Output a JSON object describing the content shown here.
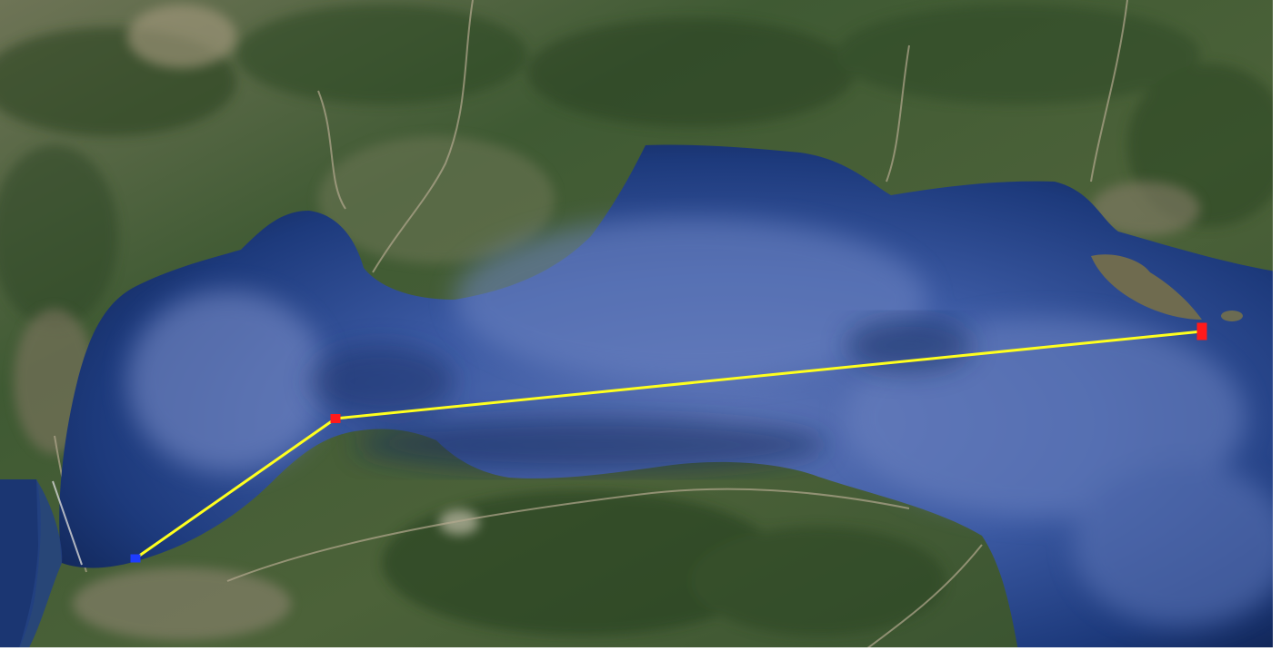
{
  "colors": {
    "land_dark": "#2f4a2b",
    "land_mid": "#4a6038",
    "land_light": "#7c7a5a",
    "urban": "#9a8e7c",
    "water_deep": "#0f2352",
    "water_mid": "#24468c",
    "water_light": "#5b72b4",
    "route_line": "#ffff1e",
    "waypoint_red": "#ff1a1a",
    "start_marker_blue": "#1e3cff",
    "border_white": "#ffffff"
  },
  "route": {
    "label": "",
    "waypoints": [
      {
        "name": "start",
        "marker": "blue"
      },
      {
        "name": "turn",
        "marker": "red"
      },
      {
        "name": "end",
        "marker": "red"
      }
    ]
  }
}
